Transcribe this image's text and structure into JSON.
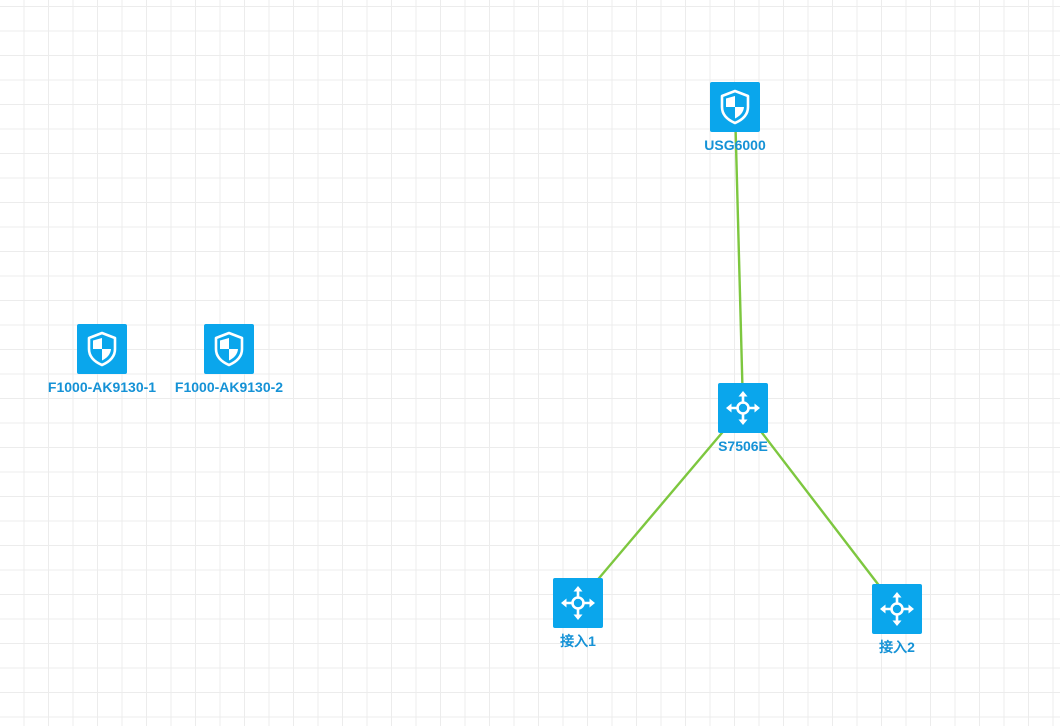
{
  "colors": {
    "node": "#0aa6ec",
    "link": "#7dc73f",
    "label": "#1592d6",
    "grid": "#ececec"
  },
  "nodes": {
    "usg6000": {
      "label": "USG6000",
      "icon": "firewall-icon"
    },
    "f1000_1": {
      "label": "F1000-AK9130-1",
      "icon": "firewall-icon"
    },
    "f1000_2": {
      "label": "F1000-AK9130-2",
      "icon": "firewall-icon"
    },
    "s7506e": {
      "label": "S7506E",
      "icon": "switch-icon"
    },
    "access1": {
      "label": "接入1",
      "icon": "switch-icon"
    },
    "access2": {
      "label": "接入2",
      "icon": "switch-icon"
    }
  },
  "links": [
    {
      "from": "usg6000",
      "to": "s7506e"
    },
    {
      "from": "s7506e",
      "to": "access1"
    },
    {
      "from": "s7506e",
      "to": "access2"
    }
  ]
}
